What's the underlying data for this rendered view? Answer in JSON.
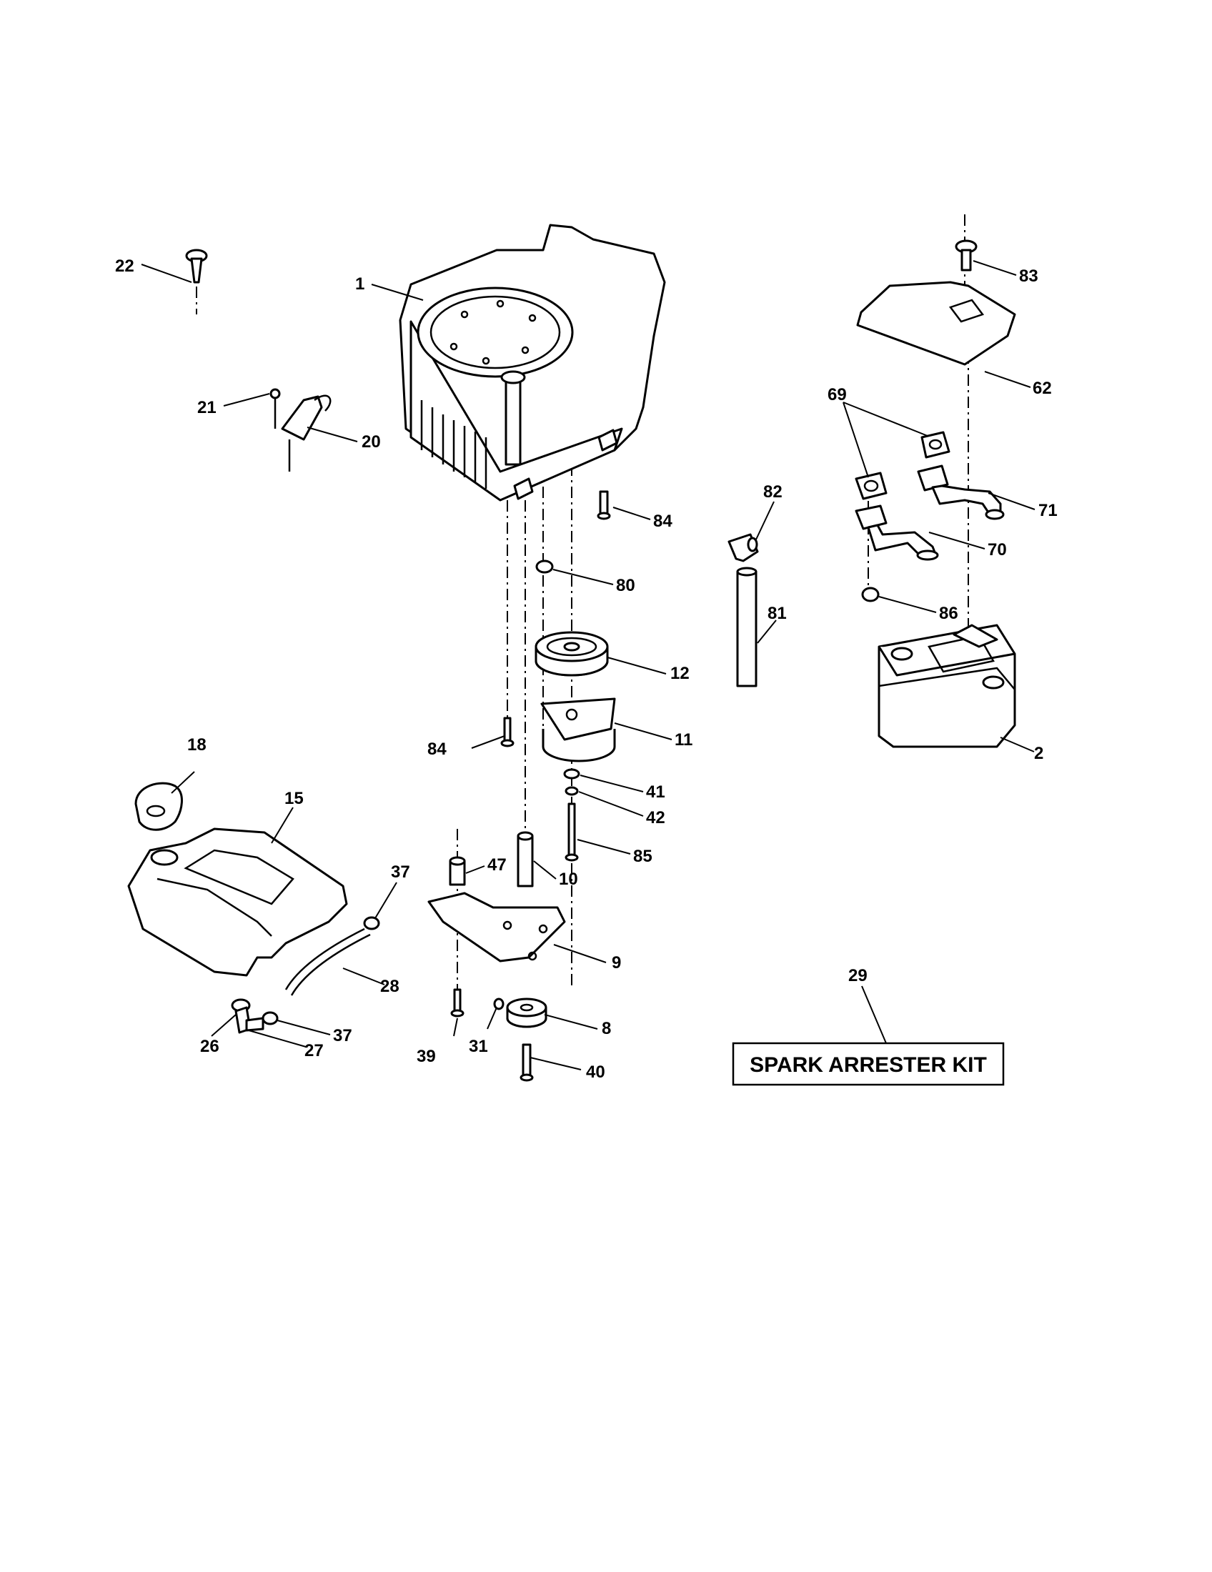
{
  "callouts": {
    "c1": "1",
    "c2": "2",
    "c8": "8",
    "c9": "9",
    "c10": "10",
    "c11": "11",
    "c12": "12",
    "c15": "15",
    "c18": "18",
    "c20": "20",
    "c21": "21",
    "c22": "22",
    "c26": "26",
    "c27": "27",
    "c28": "28",
    "c29": "29",
    "c31": "31",
    "c37a": "37",
    "c37b": "37",
    "c39": "39",
    "c40": "40",
    "c41": "41",
    "c42": "42",
    "c47": "47",
    "c62": "62",
    "c69": "69",
    "c70": "70",
    "c71": "71",
    "c80": "80",
    "c81": "81",
    "c82": "82",
    "c83": "83",
    "c84a": "84",
    "c84b": "84",
    "c85": "85",
    "c86": "86"
  },
  "kit_box": {
    "label": "SPARK ARRESTER KIT"
  }
}
